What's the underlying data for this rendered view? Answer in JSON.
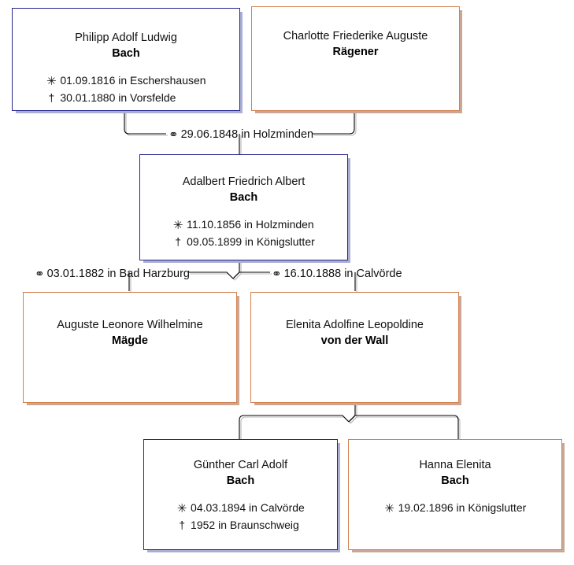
{
  "diagram": {
    "kind": "family-tree",
    "colors": {
      "male_border": "#27278c",
      "female_border": "#d4814e",
      "male_shadow": "#a9aed2",
      "female_shadow": "#c9a794",
      "line": "#000000",
      "background": "#ffffff"
    },
    "symbols": {
      "birth": "✳",
      "death": "†",
      "marriage": "∞"
    }
  },
  "people": {
    "father": {
      "given": "Philipp Adolf Ludwig",
      "surname": "Bach",
      "sex": "male",
      "birth": "01.09.1816 in Eschershausen",
      "death": "30.01.1880 in Vorsfelde"
    },
    "mother": {
      "given": "Charlotte Friederike Auguste",
      "surname": "Rägener",
      "sex": "female",
      "birth": "",
      "death": ""
    },
    "subject": {
      "given": "Adalbert Friedrich Albert",
      "surname": "Bach",
      "sex": "male",
      "birth": "11.10.1856 in Holzminden",
      "death": "09.05.1899 in Königslutter"
    },
    "wife1": {
      "given": "Auguste Leonore Wilhelmine",
      "surname": "Mägde",
      "sex": "female",
      "birth": "",
      "death": ""
    },
    "wife2": {
      "given": "Elenita Adolfine Leopoldine",
      "surname": "von der Wall",
      "sex": "female",
      "birth": "",
      "death": ""
    },
    "son": {
      "given": "Günther Carl Adolf",
      "surname": "Bach",
      "sex": "male",
      "birth": "04.03.1894 in Calvörde",
      "death": "1952 in Braunschweig"
    },
    "daughter": {
      "given": "Hanna Elenita",
      "surname": "Bach",
      "sex": "female",
      "birth": "19.02.1896 in Königslutter",
      "death": ""
    }
  },
  "marriages": {
    "m_parents": {
      "date": "29.06.1848",
      "place": "Holzminden",
      "text": "29.06.1848 in Holzminden"
    },
    "m_first": {
      "date": "03.01.1882",
      "place": "Bad Harzburg",
      "text": "03.01.1882 in Bad Harzburg"
    },
    "m_second": {
      "date": "16.10.1888",
      "place": "Calvörde",
      "text": "16.10.1888 in Calvörde"
    }
  }
}
